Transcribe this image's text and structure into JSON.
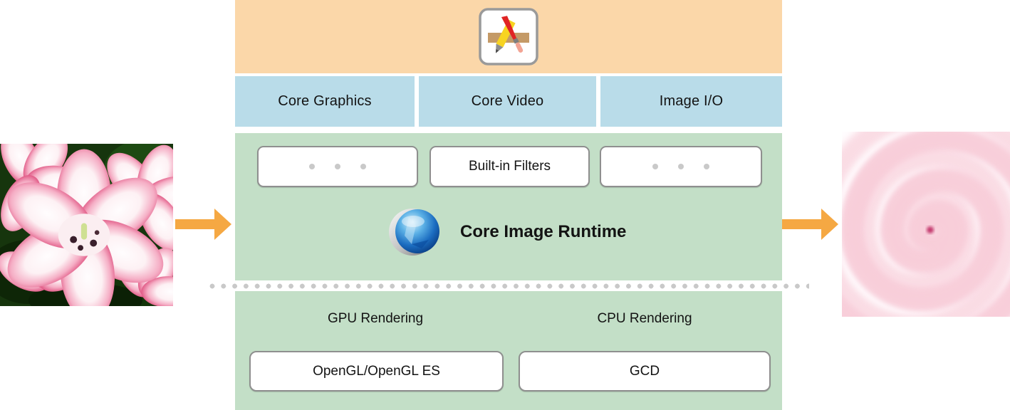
{
  "colors": {
    "app-layer-bg": "#fbd7a9",
    "framework-bg": "#b9dce9",
    "runtime-bg": "#c3dfc7",
    "arrow-orange": "#f5a843",
    "box-border": "#8f8f8f",
    "dot-gray": "#c9c9c9",
    "text-dark": "#131313"
  },
  "diagram": {
    "app_layer": {
      "icon": "application-icon"
    },
    "frameworks": [
      {
        "label": "Core Graphics"
      },
      {
        "label": "Core Video"
      },
      {
        "label": "Image I/O"
      }
    ],
    "runtime_layer": {
      "filters_label": "Built-in Filters",
      "runtime_label": "Core Image Runtime",
      "icon": "core-image-icon",
      "side_boxes": "ellipsis-dots"
    },
    "rendering_layer": {
      "gpu": {
        "heading": "GPU Rendering",
        "box_label": "OpenGL/OpenGL ES"
      },
      "cpu": {
        "heading": "CPU Rendering",
        "box_label": "GCD"
      }
    }
  },
  "images": {
    "input": {
      "name": "original-photo",
      "description": "pink and white tulips photo"
    },
    "output": {
      "name": "processed-photo",
      "description": "twirl distorted result"
    }
  }
}
